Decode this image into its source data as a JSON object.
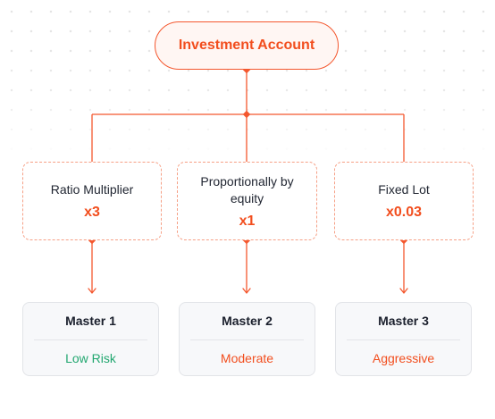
{
  "root": {
    "label": "Investment Account"
  },
  "methods": [
    {
      "label": "Ratio Multiplier",
      "value": "x3"
    },
    {
      "label": "Proportionally by equity",
      "value": "x1"
    },
    {
      "label": "Fixed Lot",
      "value": "x0.03"
    }
  ],
  "masters": [
    {
      "name": "Master 1",
      "risk": "Low Risk"
    },
    {
      "name": "Master 2",
      "risk": "Moderate"
    },
    {
      "name": "Master 3",
      "risk": "Aggressive"
    }
  ],
  "colors": {
    "accent": "#f24e1e",
    "low_risk": "#22a770",
    "moderate": "#f24e1e",
    "aggressive": "#f24e1e"
  }
}
